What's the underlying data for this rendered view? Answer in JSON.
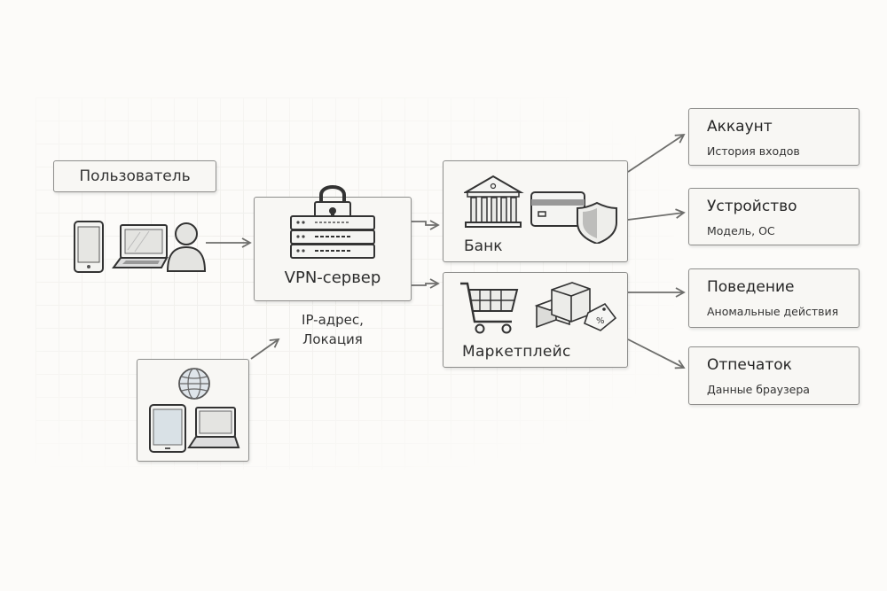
{
  "diagram": {
    "user": {
      "title": "Пользователь",
      "icons": [
        "smartphone-icon",
        "laptop-icon",
        "user-icon"
      ]
    },
    "vpn": {
      "label": "VPN-сервер",
      "caption_line1": "IP-адрес,",
      "caption_line2": "Локация",
      "icons": [
        "lock-icon",
        "server-rack-icon"
      ]
    },
    "other_devices": {
      "icons": [
        "globe-icon",
        "tablet-icon",
        "laptop-icon"
      ]
    },
    "services": [
      {
        "label": "Банк",
        "icons": [
          "bank-building-icon",
          "credit-card-icon",
          "shield-icon"
        ]
      },
      {
        "label": "Маркетплейс",
        "icons": [
          "shopping-cart-icon",
          "boxes-icon",
          "discount-tag-icon"
        ]
      }
    ],
    "signals": [
      {
        "title": "Аккаунт",
        "subtitle": "История входов"
      },
      {
        "title": "Устройство",
        "subtitle": "Модель, ОС"
      },
      {
        "title": "Поведение",
        "subtitle": "Аномальные действия"
      },
      {
        "title": "Отпечаток",
        "subtitle": "Данные браузера"
      }
    ],
    "tag_text": "%",
    "colors": {
      "background": "#fcfbf9",
      "box_fill": "#f8f7f4",
      "box_border": "#8e8e8c",
      "arrow": "#6e6e6c",
      "text": "#2e2e2e"
    }
  }
}
